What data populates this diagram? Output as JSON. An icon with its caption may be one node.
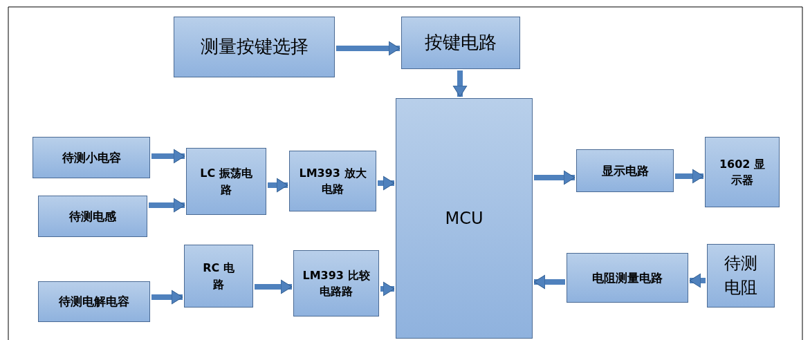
{
  "diagram": {
    "nodes": [
      {
        "text": [
          "测量按键选择"
        ]
      },
      {
        "text": [
          "按键电路"
        ]
      },
      {
        "text": [
          "MCU"
        ]
      },
      {
        "text": [
          "待测小电容"
        ]
      },
      {
        "text": [
          "待测电感"
        ]
      },
      {
        "text": [
          "LC 振荡电路"
        ]
      },
      {
        "text": [
          "LM393 放大电路"
        ]
      },
      {
        "text": [
          "RC 电路"
        ]
      },
      {
        "text": [
          "LM393 比较电路路"
        ]
      },
      {
        "text": [
          "待测电解电容"
        ]
      },
      {
        "text": [
          "显示电路"
        ]
      },
      {
        "text": [
          "1602 显示器"
        ]
      },
      {
        "text": [
          "电阻测量电路"
        ]
      },
      {
        "text": [
          "待测电阻"
        ]
      }
    ],
    "edges": [
      {
        "from": 0,
        "to": 1,
        "arrow": "to"
      },
      {
        "from": 1,
        "to": 2,
        "arrow": "to"
      },
      {
        "from": 3,
        "to": 5,
        "arrow": "to"
      },
      {
        "from": 4,
        "to": 5,
        "arrow": "to"
      },
      {
        "from": 5,
        "to": 6,
        "arrow": "to"
      },
      {
        "from": 6,
        "to": 2,
        "arrow": "to"
      },
      {
        "from": 9,
        "to": 7,
        "arrow": "to"
      },
      {
        "from": 7,
        "to": 8,
        "arrow": "to"
      },
      {
        "from": 8,
        "to": 2,
        "arrow": "to"
      },
      {
        "from": 2,
        "to": 10,
        "arrow": "to"
      },
      {
        "from": 10,
        "to": 11,
        "arrow": "to"
      },
      {
        "from": 13,
        "to": 12,
        "arrow": "to"
      },
      {
        "from": 12,
        "to": 2,
        "arrow": "to"
      }
    ]
  }
}
